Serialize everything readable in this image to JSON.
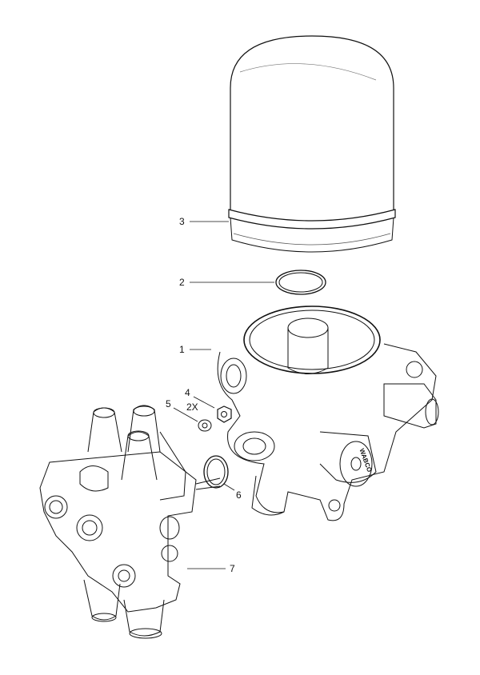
{
  "diagram": {
    "callouts": [
      {
        "id": "3",
        "label": "3",
        "part": "filter-cartridge"
      },
      {
        "id": "2",
        "label": "2",
        "part": "sealing-ring"
      },
      {
        "id": "1",
        "label": "1",
        "part": "air-dryer-housing"
      },
      {
        "id": "4",
        "label": "4",
        "part": "nut"
      },
      {
        "id": "5",
        "label": "5",
        "part": "washer"
      },
      {
        "id": "6",
        "label": "6",
        "part": "o-ring"
      },
      {
        "id": "7",
        "label": "7",
        "part": "multi-circuit-protection-valve"
      }
    ],
    "quantity_note": "2X",
    "brand_mark": "WABCO"
  }
}
